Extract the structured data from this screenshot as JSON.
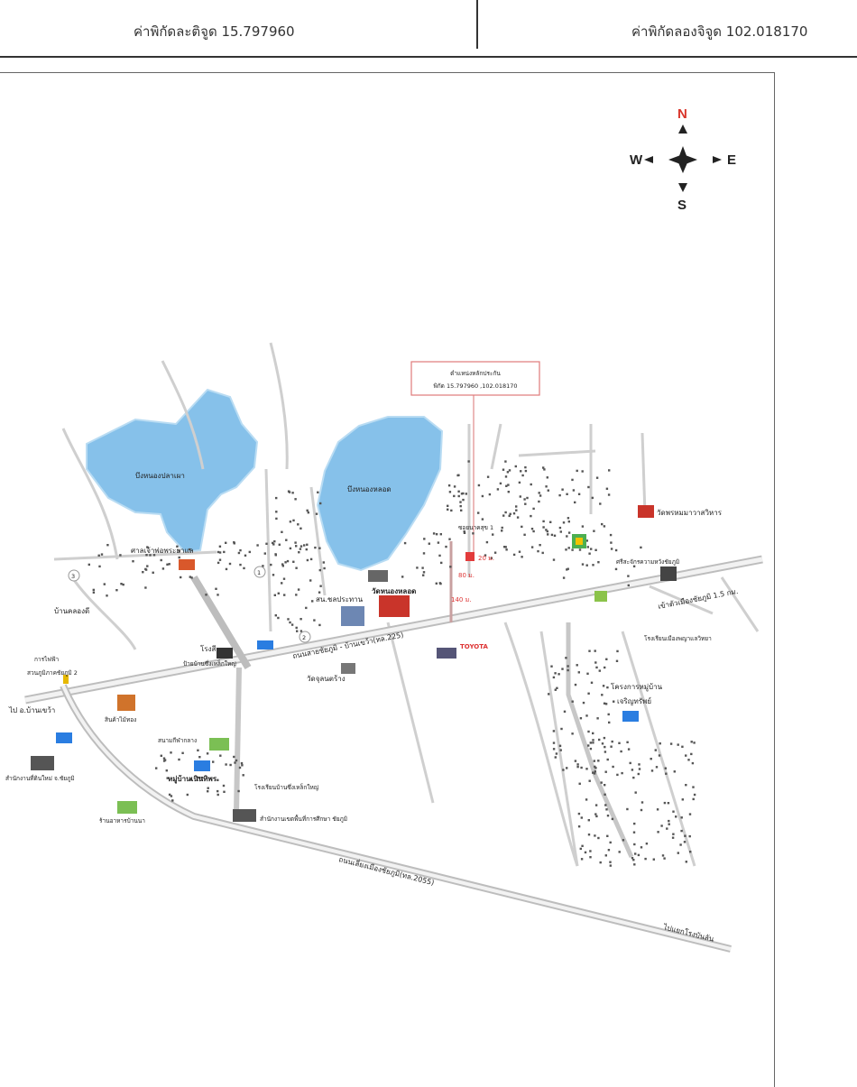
{
  "header": {
    "latitude": "ค่าพิกัดละติจูด 15.797960",
    "longitude": "ค่าพิกัดลองจิจูด 102.018170"
  },
  "compass": {
    "n": "N",
    "s": "S",
    "e": "E",
    "w": "W"
  },
  "marker_box": {
    "line1": "ตำแหน่งหลักประกัน",
    "line2": "พิกัด 15.797960 ,102.018170"
  },
  "labels": {
    "pond_left": "บึงหนองปลาเผา",
    "pond_right": "บึงหนองหลอด",
    "shrine": "ศาลเจ้าพ่อพระยาแล",
    "ban_klong_di": "บ้านคลองดี",
    "wat_nong_lot": "วัดหนองหลอด",
    "sn_chaiyaphum": "สน.ชลประทาน",
    "wat_phrom": "วัดพรหมมาวาสวิหาร",
    "farm": "ศรีสะจักรความหวังชัยภูมิ",
    "road_main": "ถนนสายชัยภูมิ - บ้านเขว้า(ทล.225)",
    "to_city": "เข้าตัวเมืองชัยภูมิ 1.5 กม.",
    "school_east": "โรงเรียนเมืองพญาแลวิทยา",
    "toyota": "TOYOTA",
    "factory": "โรงสี",
    "electric": "การไฟฟ้า",
    "park": "สวนภูมิภาคชัยภูมิ 2",
    "to_khwao": "ไป อ.บ้านเขว้า",
    "shop": "สินค้าไม้ทอง",
    "village_noenthip": "หมู่บ้านเนินทิพร",
    "village_project": "โครงการหมู่บ้าน",
    "charoensap": "เจริญทรัพย์",
    "school_ban": "โรงเรียนบ้านซึ่งเหล็กใหญ่",
    "office_edu": "สำนักงานเขตพื้นที่การศึกษา ชัยภูมิ",
    "land_office": "สำนักงานที่ดินใหม่ จ.ชัยภูมิ",
    "restaurant": "ร้านอาหารบ้านนา",
    "road_bypass": "ถนนเลี่ยงเมืองชัยภูมิ(ทล.2055)",
    "to_khonsan": "ไปแยกโรงบันลัน",
    "wat_sunthon": "วัดจุลนตร้าง",
    "hotel": "สนามกีฬากลาง",
    "dist_1": "20 ม.",
    "dist_2": "80 ม.",
    "dist_3": "140 ม.",
    "soi": "ซอยนาคสุข 1",
    "sign_left": "ป้ายบ้านซึ่งเหล็กใหญ่",
    "num1": "1",
    "num2": "2",
    "num3": "3"
  }
}
